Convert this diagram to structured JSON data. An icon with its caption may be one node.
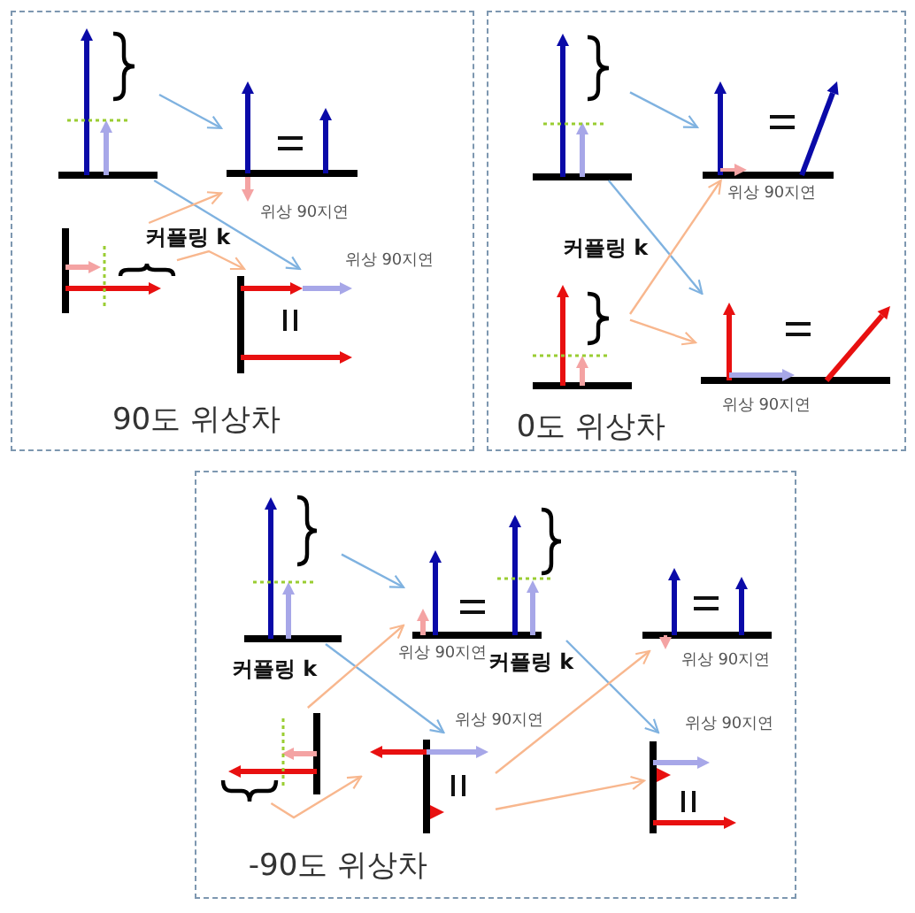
{
  "diagram": {
    "nodes": [
      {
        "text": [
          "90도 위상차"
        ]
      },
      {
        "text": [],
        "shape": "picture",
        "in": 0
      },
      {
        "text": [],
        "shape": "picture",
        "in": 0,
        "beside": [
          "위상 90지연"
        ]
      },
      {
        "text": [],
        "shape": "picture",
        "in": 0
      },
      {
        "text": [],
        "shape": "picture",
        "in": 0,
        "beside": [
          "위상 90지연"
        ]
      },
      {
        "text": [
          "0도 위상차"
        ]
      },
      {
        "text": [],
        "shape": "picture",
        "in": 5
      },
      {
        "text": [],
        "shape": "picture",
        "in": 5,
        "beside": [
          "위상 90지연"
        ]
      },
      {
        "text": [],
        "shape": "picture",
        "in": 5
      },
      {
        "text": [],
        "shape": "picture",
        "in": 5,
        "beside": [
          "위상 90지연"
        ]
      },
      {
        "text": [
          "-90도 위상차"
        ]
      },
      {
        "text": [],
        "shape": "picture",
        "in": 10
      },
      {
        "text": [],
        "shape": "picture",
        "in": 10,
        "beside": [
          "위상 90지연"
        ]
      },
      {
        "text": [],
        "shape": "picture",
        "in": 10,
        "beside": [
          "위상 90지연"
        ]
      },
      {
        "text": [],
        "shape": "picture",
        "in": 10
      },
      {
        "text": [],
        "shape": "picture",
        "in": 10,
        "beside": [
          "위상 90지연"
        ]
      },
      {
        "text": [],
        "shape": "picture",
        "in": 10,
        "beside": [
          "위상 90지연"
        ]
      }
    ],
    "edges": [
      {
        "from": 1,
        "to": 2,
        "arrow": "to",
        "color": "#7fb2e0"
      },
      {
        "from": 1,
        "to": 4,
        "arrow": "to",
        "color": "#7fb2e0"
      },
      {
        "from": 3,
        "to": 2,
        "arrow": "to"
      },
      {
        "from": 3,
        "to": 4,
        "arrow": "to"
      },
      {
        "from": 6,
        "to": 7,
        "arrow": "to",
        "color": "#7fb2e0"
      },
      {
        "from": 6,
        "to": 9,
        "arrow": "to",
        "color": "#7fb2e0"
      },
      {
        "from": 8,
        "to": 7,
        "arrow": "to"
      },
      {
        "from": 8,
        "to": 9,
        "arrow": "to"
      },
      {
        "from": 11,
        "to": 12,
        "arrow": "to",
        "color": "#7fb2e0"
      },
      {
        "from": 11,
        "to": 15,
        "arrow": "to",
        "color": "#7fb2e0"
      },
      {
        "from": 14,
        "to": 12,
        "arrow": "to"
      },
      {
        "from": 14,
        "to": 15,
        "arrow": "to"
      },
      {
        "from": 12,
        "to": 16,
        "arrow": "to",
        "color": "#7fb2e0"
      },
      {
        "from": 15,
        "to": 13,
        "arrow": "to"
      },
      {
        "from": 15,
        "to": 16,
        "arrow": "to"
      }
    ],
    "labels": [
      "커플링 k",
      "커플링 k",
      "커플링 k",
      "커플링 k"
    ]
  }
}
